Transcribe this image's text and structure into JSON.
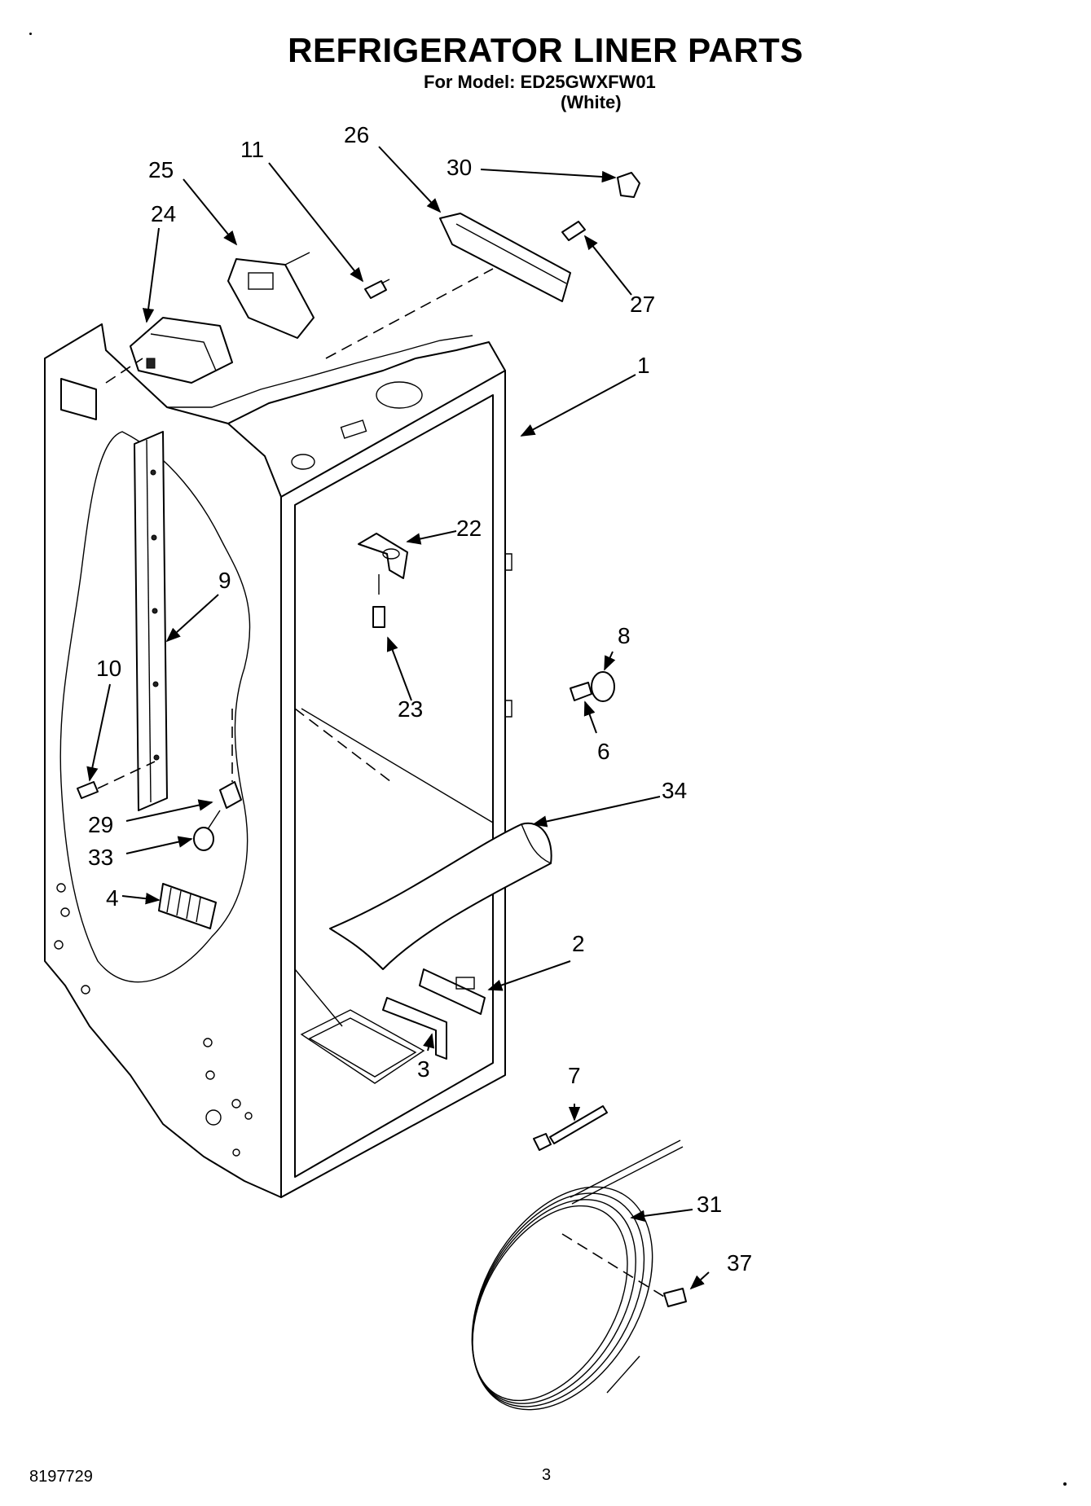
{
  "header": {
    "title": "REFRIGERATOR LINER PARTS",
    "model_line": "For Model: ED25GWXFW01",
    "color_line": "(White)"
  },
  "footer": {
    "doc_number": "8197729",
    "page_number": "3"
  },
  "callouts": {
    "c1": "1",
    "c2": "2",
    "c3": "3",
    "c4": "4",
    "c6": "6",
    "c7": "7",
    "c8": "8",
    "c9": "9",
    "c10": "10",
    "c11": "11",
    "c22": "22",
    "c23": "23",
    "c24": "24",
    "c25": "25",
    "c26": "26",
    "c27": "27",
    "c29": "29",
    "c30": "30",
    "c31": "31",
    "c33": "33",
    "c34": "34",
    "c37": "37"
  }
}
